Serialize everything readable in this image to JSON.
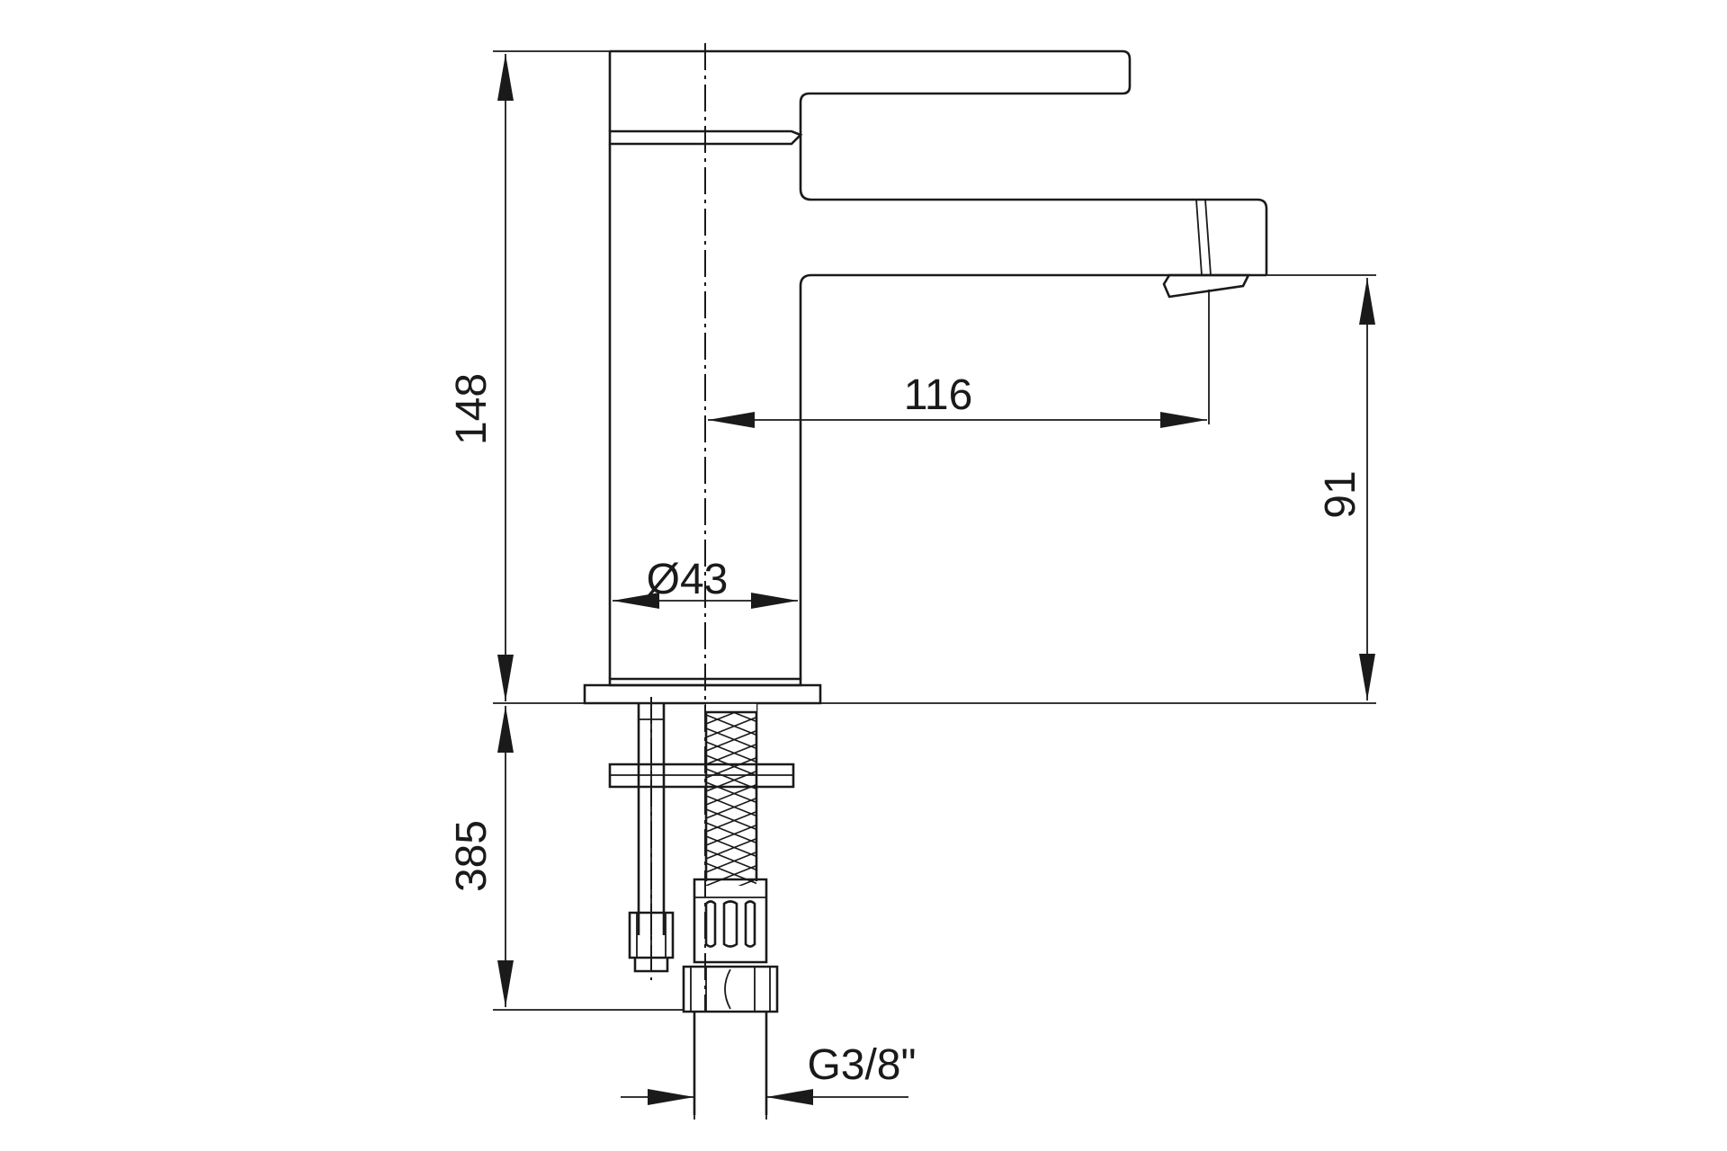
{
  "diagram": {
    "type": "technical-drawing",
    "subject": "single-lever basin mixer tap",
    "dimensions": {
      "total_height": "148",
      "spout_reach": "116",
      "body_diameter": "Ø43",
      "spout_height": "91",
      "hose_length": "385",
      "thread": "G3/8\""
    },
    "line_color": "#1a1a1a",
    "background_color": "#ffffff"
  }
}
